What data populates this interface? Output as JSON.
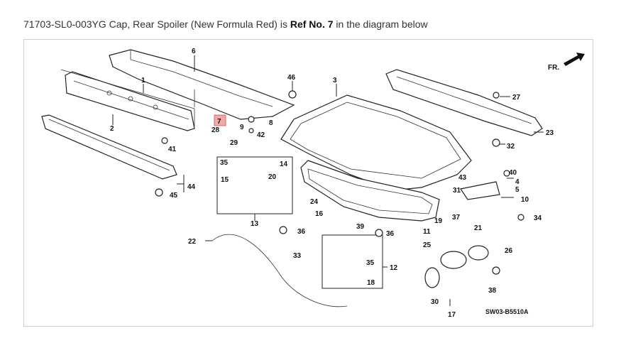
{
  "caption": {
    "part_number_desc": "71703-SL0-003YG Cap, Rear Spoiler (New Formula Red)",
    "is_text": " is ",
    "ref_text": "Ref No. 7",
    "suffix": " in the diagram below"
  },
  "diagram": {
    "direction_label": "FR.",
    "drawing_code": "SW03-B5510A",
    "highlight_color": "#f4a7a7",
    "labels": {
      "l1": "1",
      "l2": "2",
      "l3": "3",
      "l6": "6",
      "l7": "7",
      "l8": "8",
      "l9": "9",
      "l10": "10",
      "l11": "11",
      "l12": "12",
      "l13": "13",
      "l14": "14",
      "l15": "15",
      "l16": "16",
      "l17": "17",
      "l18": "18",
      "l19": "19",
      "l20": "20",
      "l21": "21",
      "l22": "22",
      "l23": "23",
      "l24": "24",
      "l25": "25",
      "l26": "26",
      "l27": "27",
      "l28": "28",
      "l29": "29",
      "l30": "30",
      "l31": "31",
      "l32": "32",
      "l33": "33",
      "l34": "34",
      "l35a": "35",
      "l35b": "35",
      "l36a": "36",
      "l36b": "36",
      "l37": "37",
      "l38": "38",
      "l39": "39",
      "l40": "40",
      "l41": "41",
      "l42": "42",
      "l43": "43",
      "l44": "44",
      "l45": "45",
      "l46": "46",
      "l4": "4",
      "l5": "5"
    }
  }
}
